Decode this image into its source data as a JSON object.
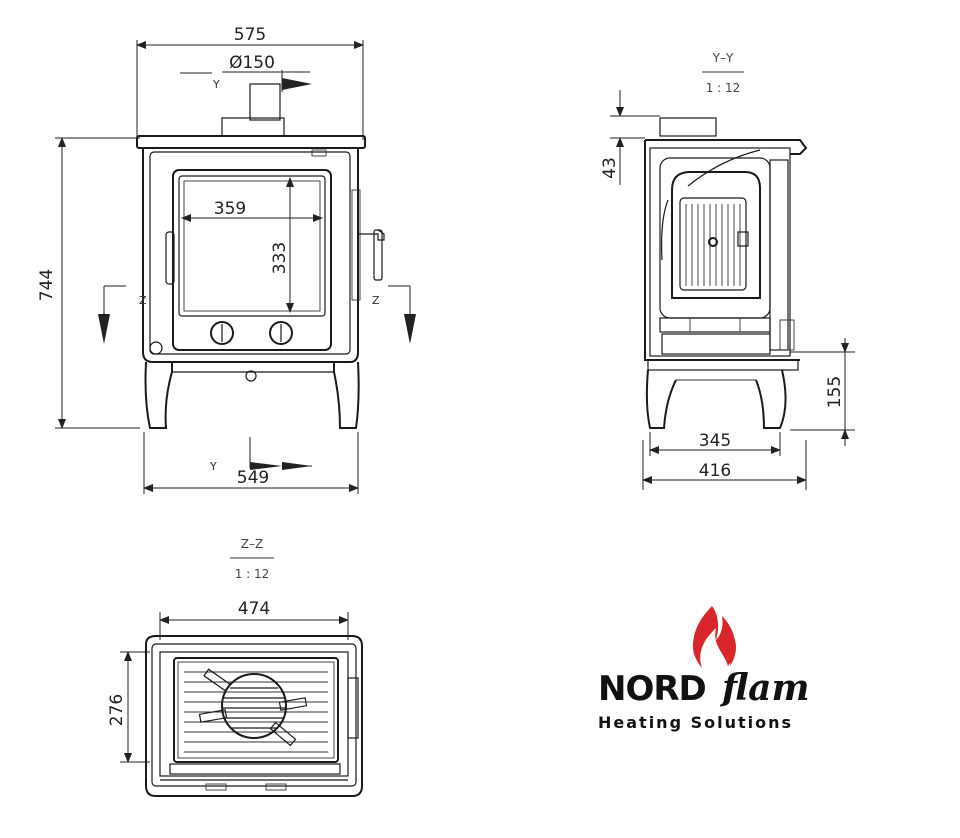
{
  "front_view": {
    "dim_width_top": "575",
    "dim_flue": "Ø150",
    "dim_window_width": "359",
    "dim_window_height": "333",
    "dim_height": "744",
    "dim_width_bottom": "549",
    "section_mark_z_left": "Z",
    "section_mark_z_right": "Z",
    "section_mark_y_top": "Y",
    "section_mark_y_bottom": "Y"
  },
  "section_yy": {
    "title": "Y–Y",
    "scale": "1 : 12",
    "dim_top": "43",
    "dim_leg_height": "155",
    "dim_inner_width": "345",
    "dim_outer_width": "416"
  },
  "section_zz": {
    "title": "Z–Z",
    "scale": "1 : 12",
    "dim_width": "474",
    "dim_depth": "276"
  },
  "logo": {
    "brand_bold": "NORD",
    "brand_italic": "flam",
    "tagline": "Heating Solutions",
    "flame_color": "#d9262c"
  }
}
